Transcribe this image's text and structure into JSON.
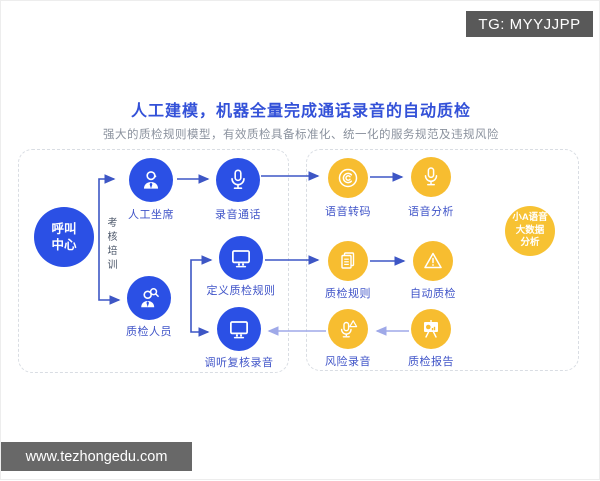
{
  "tg_badge": {
    "label": "TG: MYYJJPP"
  },
  "header": {
    "title": "人工建模，机器全量完成通话录音的自动质检",
    "subtitle": "强大的质检规则模型，有效质检具备标准化、统一化的服务规范及违规风险"
  },
  "footer": {
    "watermark": "www.tezhongedu.com"
  },
  "colors": {
    "node_blue": "#2b50e5",
    "node_yellow": "#f7bd30",
    "title_blue": "#3351d8",
    "label_blue": "#4054c8",
    "arrow_dark": "#3d56c5",
    "arrow_light": "#9fa9e8",
    "badge_gray": "#595959"
  },
  "left_panel": {
    "hub": {
      "line1": "呼叫",
      "line2": "中心"
    },
    "flow_label": "考核培训",
    "nodes": {
      "agent": {
        "label": "人工坐席",
        "icon": "agent-icon"
      },
      "inspector": {
        "label": "质检人员",
        "icon": "inspector-icon"
      },
      "recorded_call": {
        "label": "录音通话",
        "icon": "microphone-icon"
      },
      "define_rules": {
        "label": "定义质检规则",
        "icon": "monitor-icon"
      },
      "review_recordings": {
        "label": "调听复核录音",
        "icon": "monitor-icon"
      }
    }
  },
  "right_panel": {
    "nodes": {
      "voice_transcode": {
        "label": "语音转码",
        "icon": "voice-transcode-icon"
      },
      "voice_analysis": {
        "label": "语音分析",
        "icon": "microphone-icon"
      },
      "qc_rules": {
        "label": "质检规则",
        "icon": "documents-icon"
      },
      "auto_qc": {
        "label": "自动质检",
        "icon": "warning-triangle-icon"
      },
      "risk_recordings": {
        "label": "风险录音",
        "icon": "mic-warning-icon"
      },
      "qc_report": {
        "label": "质检报告",
        "icon": "report-board-icon"
      }
    },
    "ai_badge": {
      "line1": "小A语音",
      "line2": "大数据",
      "line3": "分析"
    }
  }
}
